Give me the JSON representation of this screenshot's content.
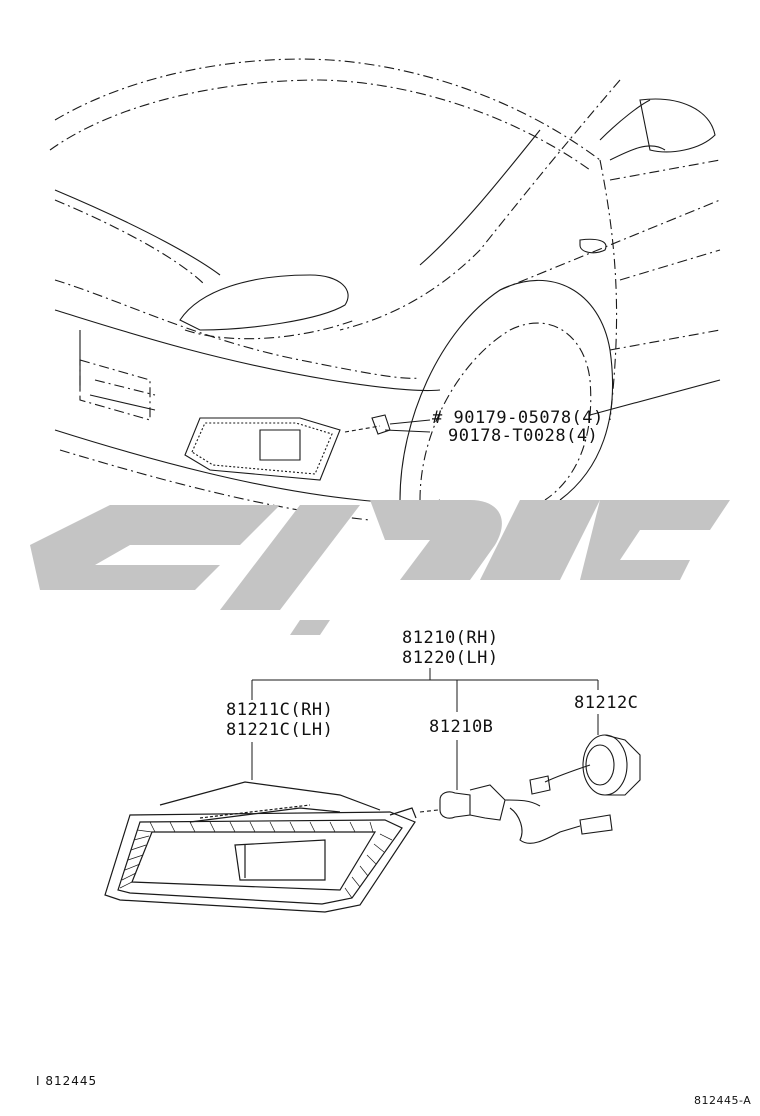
{
  "labels": {
    "bolt_code_1": "# 90179-05078(4)",
    "bolt_code_2": "90178-T0028(4)",
    "assy_rh": "81210(RH)",
    "assy_lh": "81220(LH)",
    "housing_rh": "81211C(RH)",
    "housing_lh": "81221C(LH)",
    "bulb": "81210B",
    "socket": "81212C"
  },
  "footer": {
    "left": "I  812445",
    "right": "812445-A"
  },
  "watermark": {
    "color": "#c8c8c8",
    "text": "تویوتا"
  },
  "colors": {
    "line": "#1a1a1a",
    "watermark": "#c4c4c4"
  }
}
